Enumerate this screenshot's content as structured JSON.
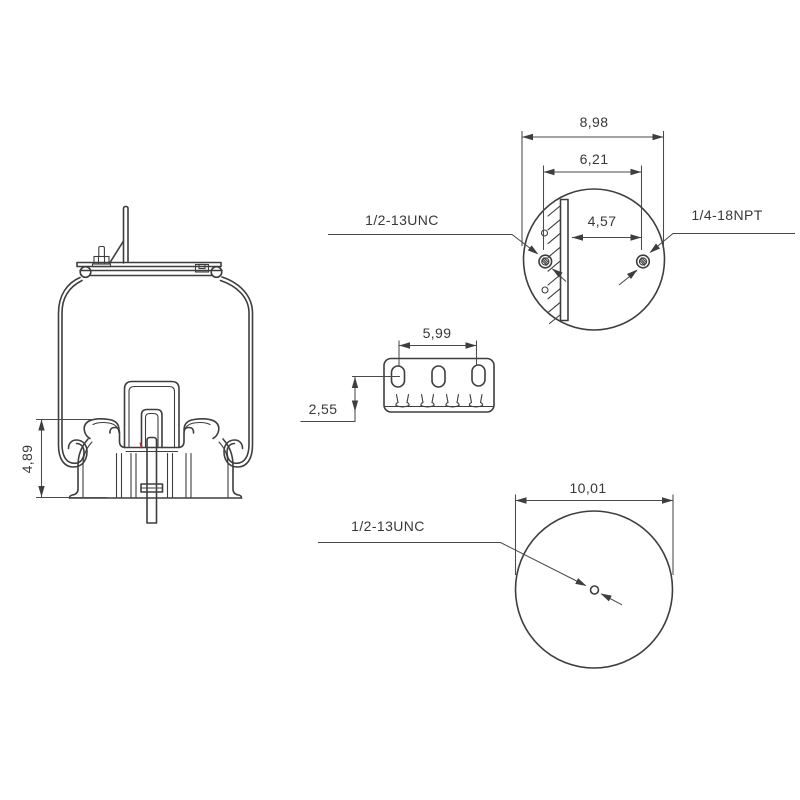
{
  "colors": {
    "outline": "#3e3e3e",
    "dimension_line": "#4a4a4a",
    "text": "#383838",
    "accent_mark": "#a83232",
    "background": "#ffffff"
  },
  "side_view": {
    "height_dim": "4,89"
  },
  "top_view": {
    "overall_width_dim": "8,98",
    "stud_spacing_dim": "6,21",
    "port_offset_dim": "4,57",
    "stud_thread_label": "1/2-13UNC",
    "port_thread_label": "1/4-18NPT"
  },
  "bracket_view": {
    "slot_spacing_dim": "5,99",
    "slot_offset_dim": "2,55"
  },
  "bottom_view": {
    "piston_diameter_dim": "10,01",
    "stud_thread_label": "1/2-13UNC"
  }
}
